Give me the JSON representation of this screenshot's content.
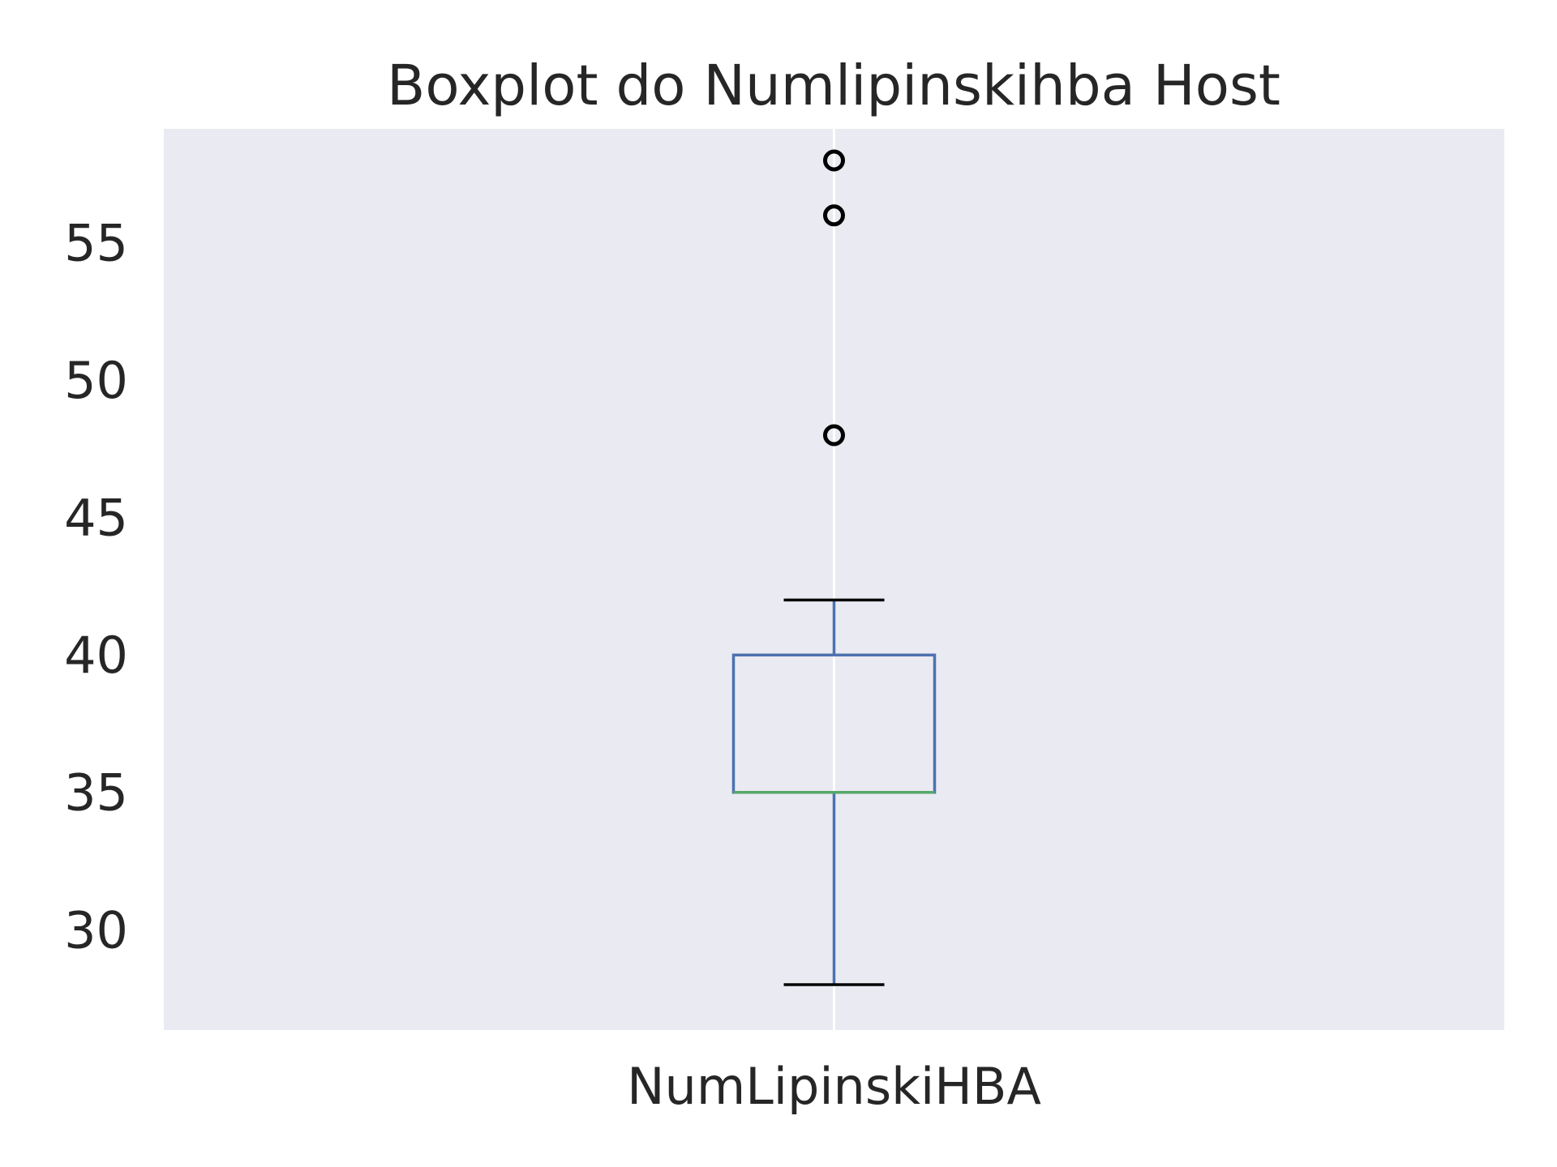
{
  "chart_data": {
    "type": "boxplot",
    "title": "Boxplot do Numlipinskihba Host",
    "xlabel": "",
    "ylabel": "",
    "categories": [
      "NumLipinskiHBA"
    ],
    "boxes": [
      {
        "name": "NumLipinskiHBA",
        "whisker_low": 28,
        "q1": 35,
        "median": 35,
        "q3": 40,
        "whisker_high": 42,
        "outliers": [
          48,
          56,
          58
        ]
      }
    ],
    "y_ticks": [
      30,
      35,
      40,
      45,
      50,
      55
    ],
    "ylim": [
      26.35,
      59.15
    ],
    "grid": true,
    "colors": {
      "plot_background": "#eaeaf2",
      "grid": "#ffffff",
      "box": "#4c72b0",
      "median": "#55a868",
      "whisker_cap": "#000000",
      "outlier_edge": "#000000"
    }
  }
}
